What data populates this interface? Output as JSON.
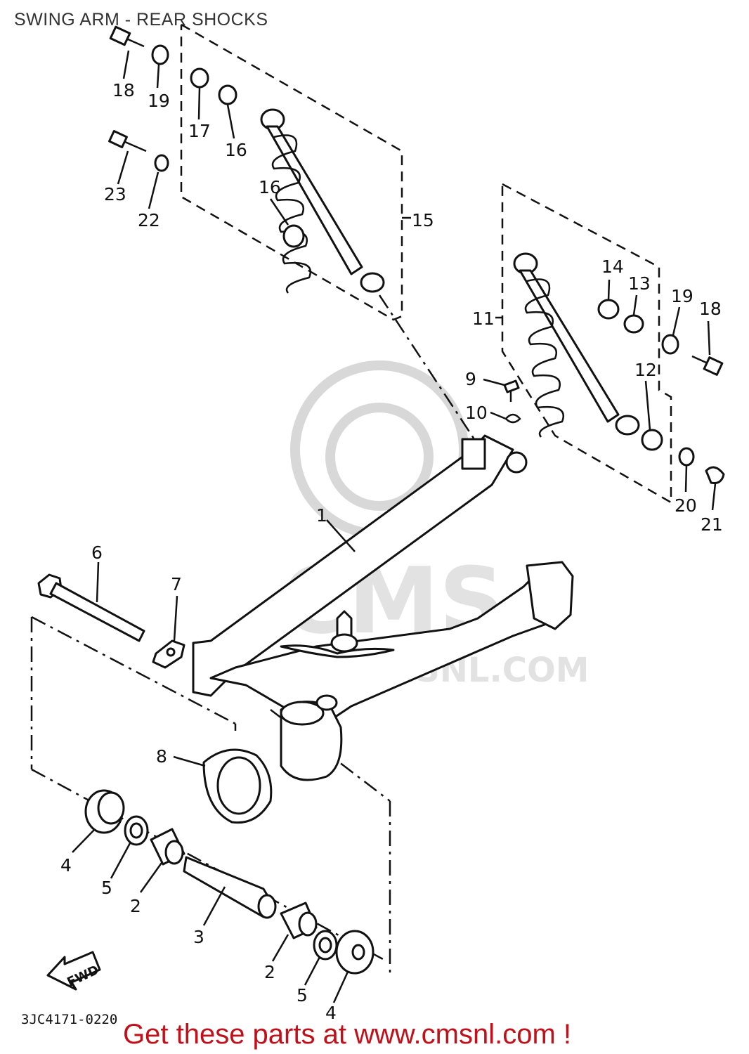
{
  "title": "SWING ARM - REAR SHOCKS",
  "drawing_code": "3JC4171-0220",
  "footer": "Get these parts at www.cmsnl.com !",
  "watermark": {
    "brand": "CMS",
    "url": "www.CMSNL.COM"
  },
  "fwd_label": "FWD",
  "callouts": [
    "1",
    "2",
    "2",
    "3",
    "4",
    "4",
    "5",
    "5",
    "6",
    "7",
    "8",
    "9",
    "10",
    "11",
    "12",
    "13",
    "14",
    "15",
    "16",
    "16",
    "17",
    "18",
    "18",
    "19",
    "19",
    "20",
    "21",
    "22",
    "23"
  ],
  "colors": {
    "footer": "#c0101a",
    "line": "#111111",
    "watermark": "#d8d8d8"
  }
}
